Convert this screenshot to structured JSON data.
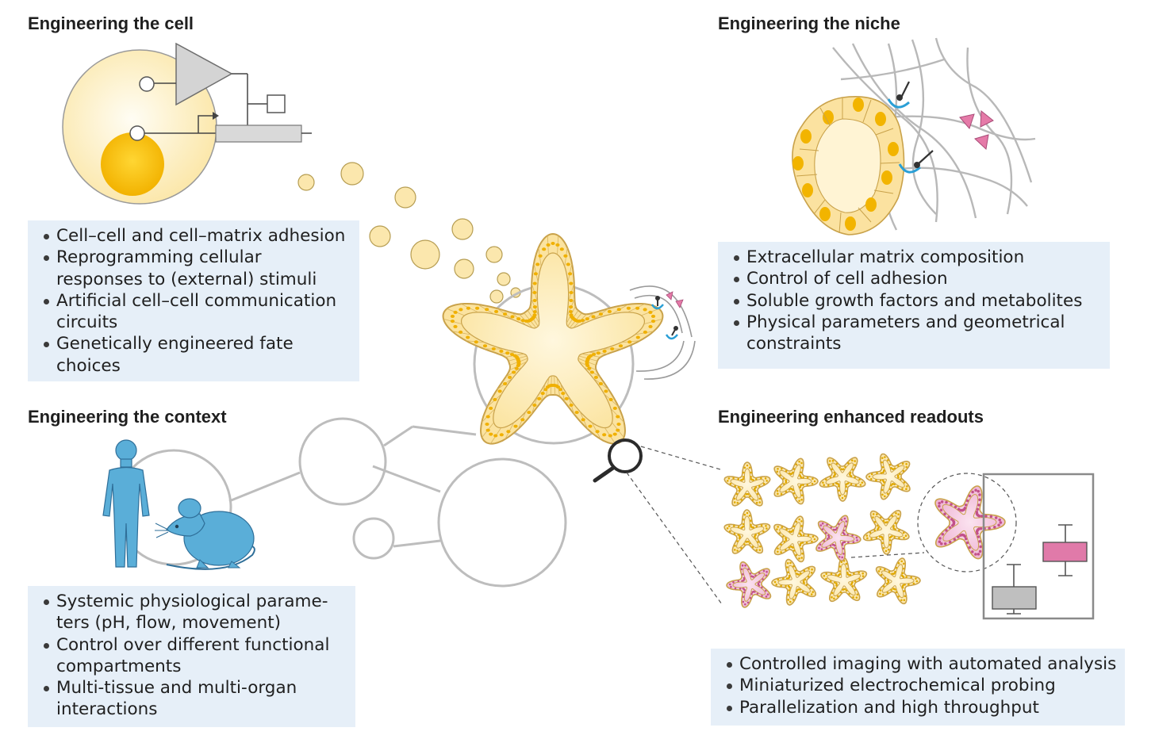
{
  "sections": [
    {
      "id": "cell",
      "title": "Engineering the cell",
      "items": [
        "Cell–cell and cell–matrix adhesion",
        "Reprogramming cellular responses to (external) stimuli",
        "Artificial cell–cell communication circuits",
        "Genetically engineered fate choices"
      ]
    },
    {
      "id": "niche",
      "title": "Engineering the niche",
      "items": [
        "Extracellular matrix composition",
        "Control of cell adhesion",
        "Soluble growth factors and metabolites",
        "Physical parameters and geometrical constraints"
      ]
    },
    {
      "id": "context",
      "title": "Engineering the context",
      "items": [
        "Systemic physiological parame-ters (pH, flow, movement)",
        "Control over different functional compartments",
        "Multi-tissue and multi-organ interactions"
      ]
    },
    {
      "id": "readouts",
      "title": "Engineering enhanced readouts",
      "items": [
        "Controlled imaging with automated analysis",
        "Miniaturized electrochemical probing",
        "Parallelization and high throughput"
      ]
    }
  ],
  "colors": {
    "panel": "#e6eff8",
    "cell_fill": "#fbe9b0",
    "nucleus": "#f4b400",
    "human": "#5aaed8",
    "pink": "#e7a6c9",
    "receptor": "#2a9fd6",
    "circle_stroke": "#bdbdbd"
  }
}
